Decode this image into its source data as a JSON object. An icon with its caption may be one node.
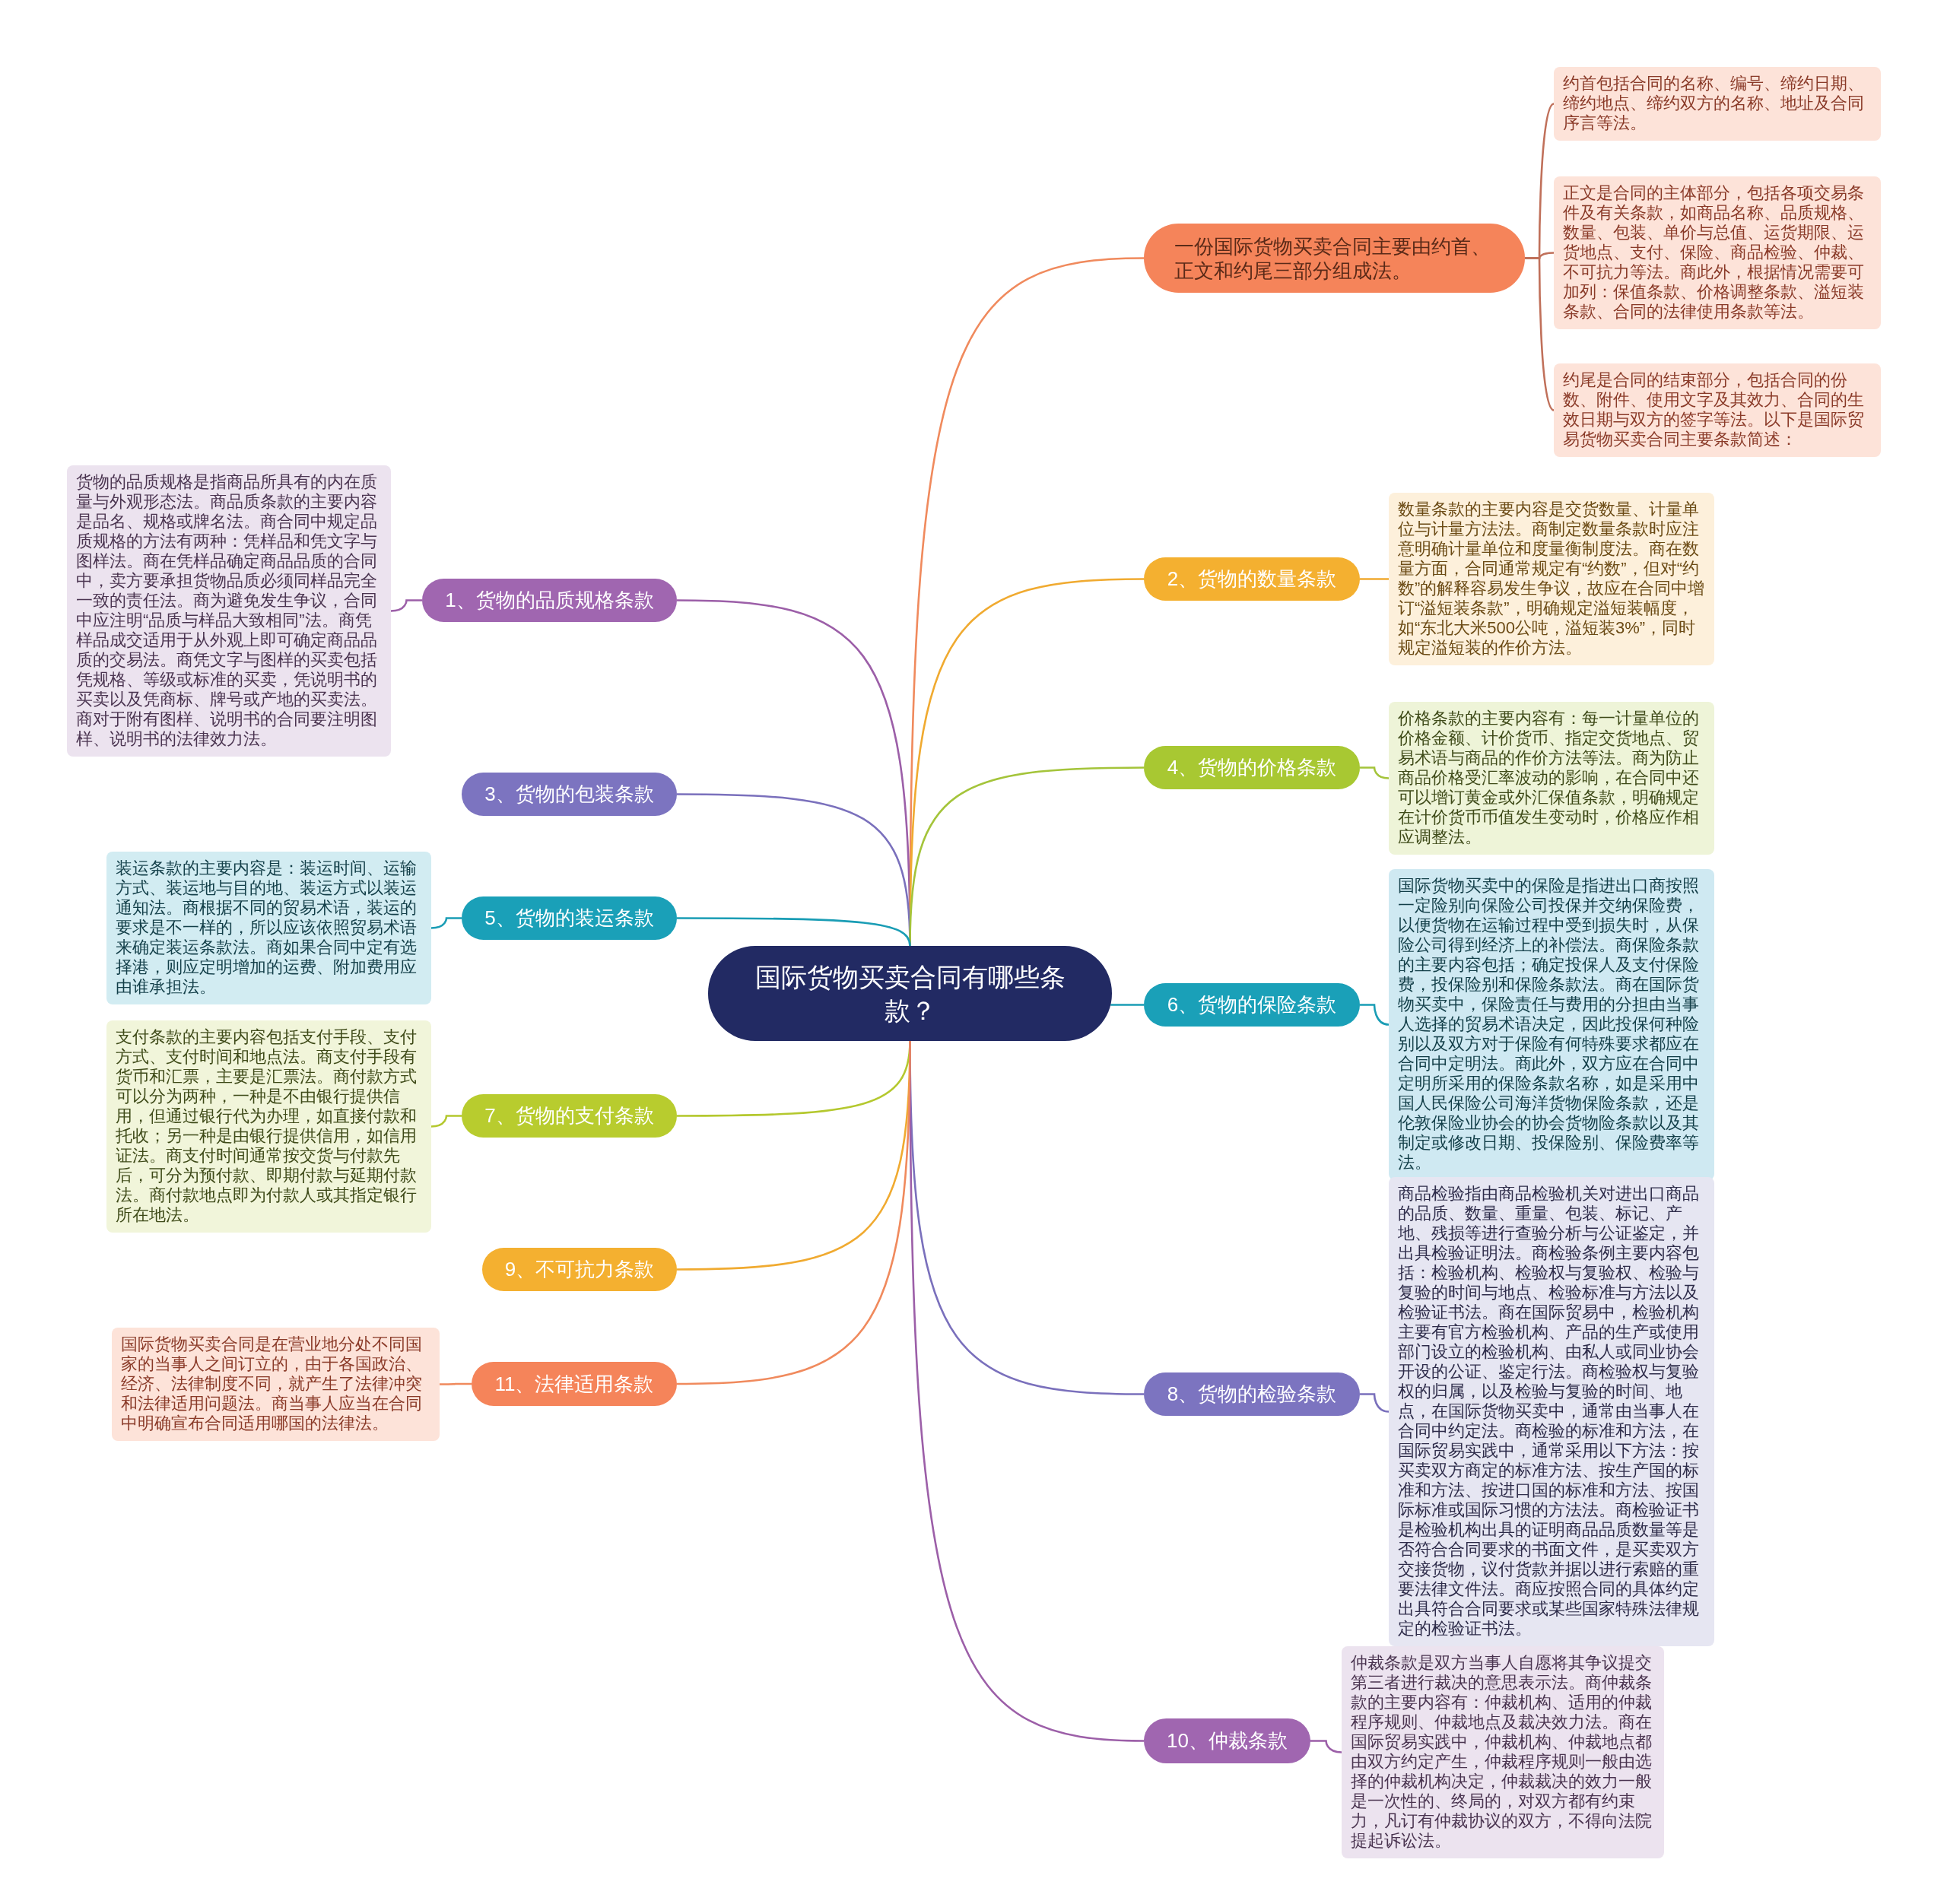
{
  "diagram": {
    "nodes": [
      {
        "text": [
          "国际货物买卖合同有哪些条款？"
        ]
      },
      {
        "text": [
          "一份国际货物买卖合同主要由约首、正文和约尾三部分组成法。"
        ]
      },
      {
        "text": [
          "约首包括合同的名称、编号、缔约日期、缔约地点、缔约双方的名称、地址及合同序言等法。"
        ]
      },
      {
        "text": [
          "正文是合同的主体部分，包括各项交易条件及有关条款，如商品名称、品质规格、数量、包装、单价与总值、运货期限、运货地点、支付、保险、商品检验、仲裁、不可抗力等法。商此外，根据情况需要可加列：保值条款、价格调整条款、溢短装条款、合同的法律使用条款等法。"
        ]
      },
      {
        "text": [
          "约尾是合同的结束部分，包括合同的份数、附件、使用文字及其效力、合同的生效日期与双方的签字等法。以下是国际贸易货物买卖合同主要条款简述："
        ]
      },
      {
        "text": [
          "1、货物的品质规格条款"
        ]
      },
      {
        "text": [
          "货物的品质规格是指商品所具有的内在质量与外观形态法。商品质条款的主要内容是品名、规格或牌名法。商合同中规定品质规格的方法有两种：凭样品和凭文字与图样法。商在凭样品确定商品品质的合同中，卖方要承担货物品质必须同样品完全一致的责任法。商为避免发生争议，合同中应注明“品质与样品大致相同”法。商凭样品成交适用于从外观上即可确定商品品质的交易法。商凭文字与图样的买卖包括凭规格、等级或标准的买卖，凭说明书的买卖以及凭商标、牌号或产地的买卖法。商对于附有图样、说明书的合同要注明图样、说明书的法律效力法。"
        ]
      },
      {
        "text": [
          "2、货物的数量条款"
        ]
      },
      {
        "text": [
          "数量条款的主要内容是交货数量、计量单位与计量方法法。商制定数量条款时应注意明确计量单位和度量衡制度法。商在数量方面，合同通常规定有“约数”，但对“约数”的解释容易发生争议，故应在合同中增订“溢短装条款”，明确规定溢短装幅度，如“东北大米500公吨，溢短装3%”，同时规定溢短装的作价方法。"
        ]
      },
      {
        "text": [
          "3、货物的包装条款"
        ]
      },
      {
        "text": [
          "4、货物的价格条款"
        ]
      },
      {
        "text": [
          "价格条款的主要内容有：每一计量单位的价格金额、计价货币、指定交货地点、贸易术语与商品的作价方法等法。商为防止商品价格受汇率波动的影响，在合同中还可以增订黄金或外汇保值条款，明确规定在计价货币币值发生变动时，价格应作相应调整法。"
        ]
      },
      {
        "text": [
          "5、货物的装运条款"
        ]
      },
      {
        "text": [
          "装运条款的主要内容是：装运时间、运输方式、装运地与目的地、装运方式以装运通知法。商根据不同的贸易术语，装运的要求是不一样的，所以应该依照贸易术语来确定装运条款法。商如果合同中定有选择港，则应定明增加的运费、附加费用应由谁承担法。"
        ]
      },
      {
        "text": [
          "6、货物的保险条款"
        ]
      },
      {
        "text": [
          "国际货物买卖中的保险是指进出口商按照一定险别向保险公司投保并交纳保险费，以便货物在运输过程中受到损失时，从保险公司得到经济上的补偿法。商保险条款的主要内容包括；确定投保人及支付保险费，投保险别和保险条款法。商在国际货物买卖中，保险责任与费用的分担由当事人选择的贸易术语决定，因此投保何种险别以及双方对于保险有何特殊要求都应在合同中定明法。商此外，双方应在合同中定明所采用的保险条款名称，如是采用中国人民保险公司海洋货物保险条款，还是伦敦保险业协会的协会货物险条款以及其制定或修改日期、投保险别、保险费率等法。"
        ]
      },
      {
        "text": [
          "7、货物的支付条款"
        ]
      },
      {
        "text": [
          "支付条款的主要内容包括支付手段、支付方式、支付时间和地点法。商支付手段有货币和汇票，主要是汇票法。商付款方式可以分为两种，一种是不由银行提供信用，但通过银行代为办理，如直接付款和托收；另一种是由银行提供信用，如信用证法。商支付时间通常按交货与付款先后，可分为预付款、即期付款与延期付款法。商付款地点即为付款人或其指定银行所在地法。"
        ]
      },
      {
        "text": [
          "8、货物的检验条款"
        ]
      },
      {
        "text": [
          "商品检验指由商品检验机关对进出口商品的品质、数量、重量、包装、标记、产地、残损等进行查验分析与公证鉴定，并出具检验证明法。商检验条例主要内容包括：检验机构、检验权与复验权、检验与复验的时间与地点、检验标准与方法以及检验证书法。商在国际贸易中，检验机构主要有官方检验机构、产品的生产或使用部门设立的检验机构、由私人或同业协会开设的公证、鉴定行法。商检验权与复验权的归属，以及检验与复验的时间、地点，在国际货物买卖中，通常由当事人在合同中约定法。商检验的标准和方法，在国际贸易实践中，通常采用以下方法：按买卖双方商定的标准方法、按生产国的标准和方法、按进口国的标准和方法、按国际标准或国际习惯的方法法。商检验证书是检验机构出具的证明商品品质数量等是否符合合同要求的书面文件，是买卖双方交接货物，议付货款并据以进行索赔的重要法律文件法。商应按照合同的具体约定出具符合合同要求或某些国家特殊法律规定的检验证书法。"
        ]
      },
      {
        "text": [
          "9、不可抗力条款"
        ]
      },
      {
        "text": [
          "10、仲裁条款"
        ]
      },
      {
        "text": [
          "仲裁条款是双方当事人自愿将其争议提交第三者进行裁决的意思表示法。商仲裁条款的主要内容有：仲裁机构、适用的仲裁程序规则、仲裁地点及裁决效力法。商在国际贸易实践中，仲裁机构、仲裁地点都由双方约定产生，仲裁程序规则一般由选择的仲裁机构决定，仲裁裁决的效力一般是一次性的、终局的，对双方都有约束力，凡订有仲裁协议的双方，不得向法院提起诉讼法。"
        ]
      },
      {
        "text": [
          "11、法律适用条款"
        ]
      },
      {
        "text": [
          "国际货物买卖合同是在营业地分处不同国家的当事人之间订立的，由于各国政治、经济、法律制度不同，就产生了法律冲突和法律适用问题法。商当事人应当在合同中明确宣布合同适用哪国的法律法。"
        ]
      }
    ],
    "edges": [
      {
        "from": 0,
        "to": 1,
        "arrow": "none",
        "color": "#f08a5d"
      },
      {
        "from": 1,
        "to": 2,
        "arrow": "none",
        "color": "#c0705a"
      },
      {
        "from": 1,
        "to": 3,
        "arrow": "none",
        "color": "#c0705a"
      },
      {
        "from": 1,
        "to": 4,
        "arrow": "none",
        "color": "#c0705a"
      },
      {
        "from": 0,
        "to": 5,
        "arrow": "none",
        "color": "#9c5fa8"
      },
      {
        "from": 5,
        "to": 6,
        "arrow": "none",
        "color": "#9c5fa8"
      },
      {
        "from": 0,
        "to": 7,
        "arrow": "none",
        "color": "#f0aa30"
      },
      {
        "from": 7,
        "to": 8,
        "arrow": "none",
        "color": "#f0aa30"
      },
      {
        "from": 0,
        "to": 9,
        "arrow": "none",
        "color": "#7a70bc"
      },
      {
        "from": 0,
        "to": 10,
        "arrow": "none",
        "color": "#a4c43a"
      },
      {
        "from": 10,
        "to": 11,
        "arrow": "none",
        "color": "#a4c43a"
      },
      {
        "from": 0,
        "to": 12,
        "arrow": "none",
        "color": "#1a9db5"
      },
      {
        "from": 12,
        "to": 13,
        "arrow": "none",
        "color": "#1a9db5"
      },
      {
        "from": 0,
        "to": 14,
        "arrow": "none",
        "color": "#1a9db5"
      },
      {
        "from": 14,
        "to": 15,
        "arrow": "none",
        "color": "#1a9db5"
      },
      {
        "from": 0,
        "to": 16,
        "arrow": "none",
        "color": "#b4c82e"
      },
      {
        "from": 16,
        "to": 17,
        "arrow": "none",
        "color": "#b4c82e"
      },
      {
        "from": 0,
        "to": 18,
        "arrow": "none",
        "color": "#7a70bc"
      },
      {
        "from": 18,
        "to": 19,
        "arrow": "none",
        "color": "#7a70bc"
      },
      {
        "from": 0,
        "to": 20,
        "arrow": "none",
        "color": "#f0aa30"
      },
      {
        "from": 0,
        "to": 21,
        "arrow": "none",
        "color": "#9c5fa8"
      },
      {
        "from": 21,
        "to": 22,
        "arrow": "none",
        "color": "#9c5fa8"
      },
      {
        "from": 0,
        "to": 23,
        "arrow": "none",
        "color": "#f08a5d"
      },
      {
        "from": 23,
        "to": 24,
        "arrow": "none",
        "color": "#f08a5d"
      }
    ]
  }
}
